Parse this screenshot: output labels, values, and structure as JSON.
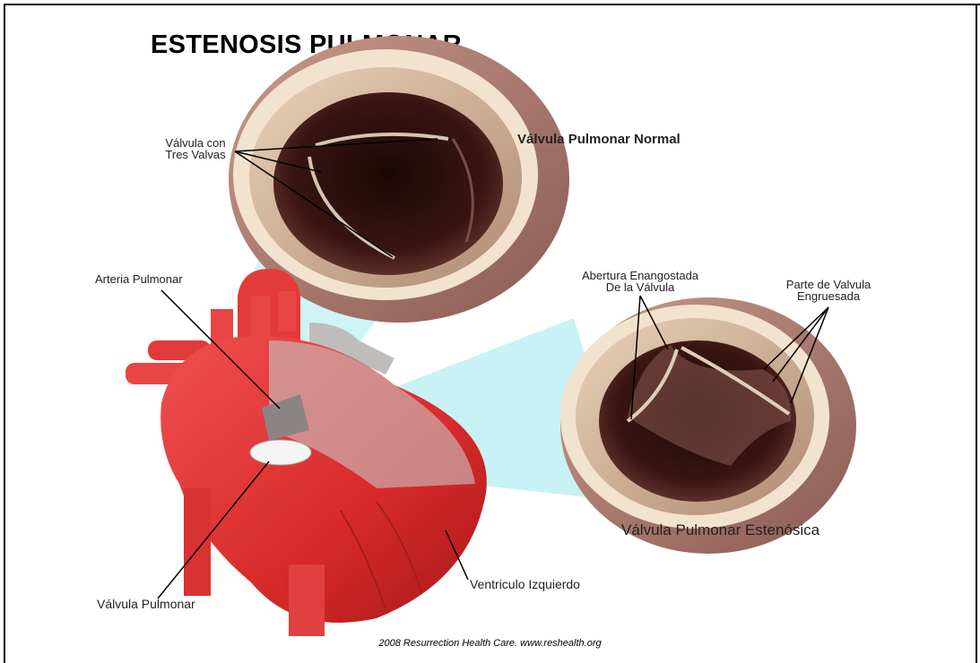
{
  "slide": {
    "title": "ESTENOSIS PULMONAR",
    "credit": "2008 Resurrection Health Care. www.reshealth.org"
  },
  "labels": {
    "normal_valve": "Válvula Pulmonar Normal",
    "three_leaflets_line1": "Válvula con",
    "three_leaflets_line2": "Tres Valvas",
    "pulmonary_artery": "Arteria Pulmonar",
    "narrowed_opening_line1": "Abertura Enangostada",
    "narrowed_opening_line2": "De la Válvula",
    "thickened_line1": "Parte de Valvula",
    "thickened_line2": "Engruesada",
    "stenotic_valve": "Válvula Pulmonar Estenósica",
    "left_ventricle": "Ventriculo Izquierdo",
    "pulmonary_valve": "Válvula Pulmonar"
  }
}
